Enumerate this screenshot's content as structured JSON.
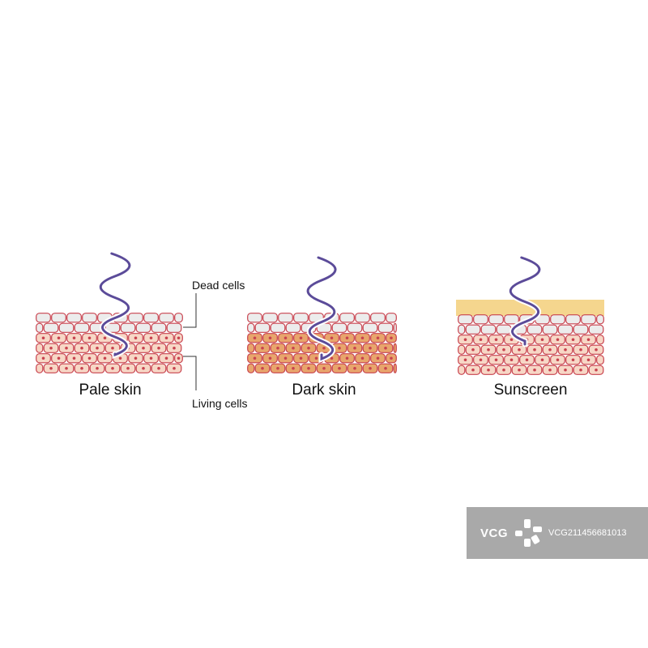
{
  "panels": [
    {
      "id": "pale",
      "title": "Pale skin",
      "living_fill": "#f7d7c6",
      "dead_fill": "#ececec",
      "layer": false
    },
    {
      "id": "dark",
      "title": "Dark skin",
      "living_fill": "#e8a56c",
      "dead_fill": "#ececec",
      "layer": false
    },
    {
      "id": "sunscreen",
      "title": "Sunscreen",
      "living_fill": "#f7d7c6",
      "dead_fill": "#ececec",
      "layer": true,
      "layer_fill": "#f5d68e"
    }
  ],
  "callouts": {
    "dead": "Dead cells",
    "living": "Living cells"
  },
  "colors": {
    "cell_outline": "#c8424e",
    "nucleus": "#c8424e",
    "uv_wave": "#5b4b99"
  },
  "watermark": {
    "brand": "VCG",
    "id": "VCG211456681013"
  }
}
